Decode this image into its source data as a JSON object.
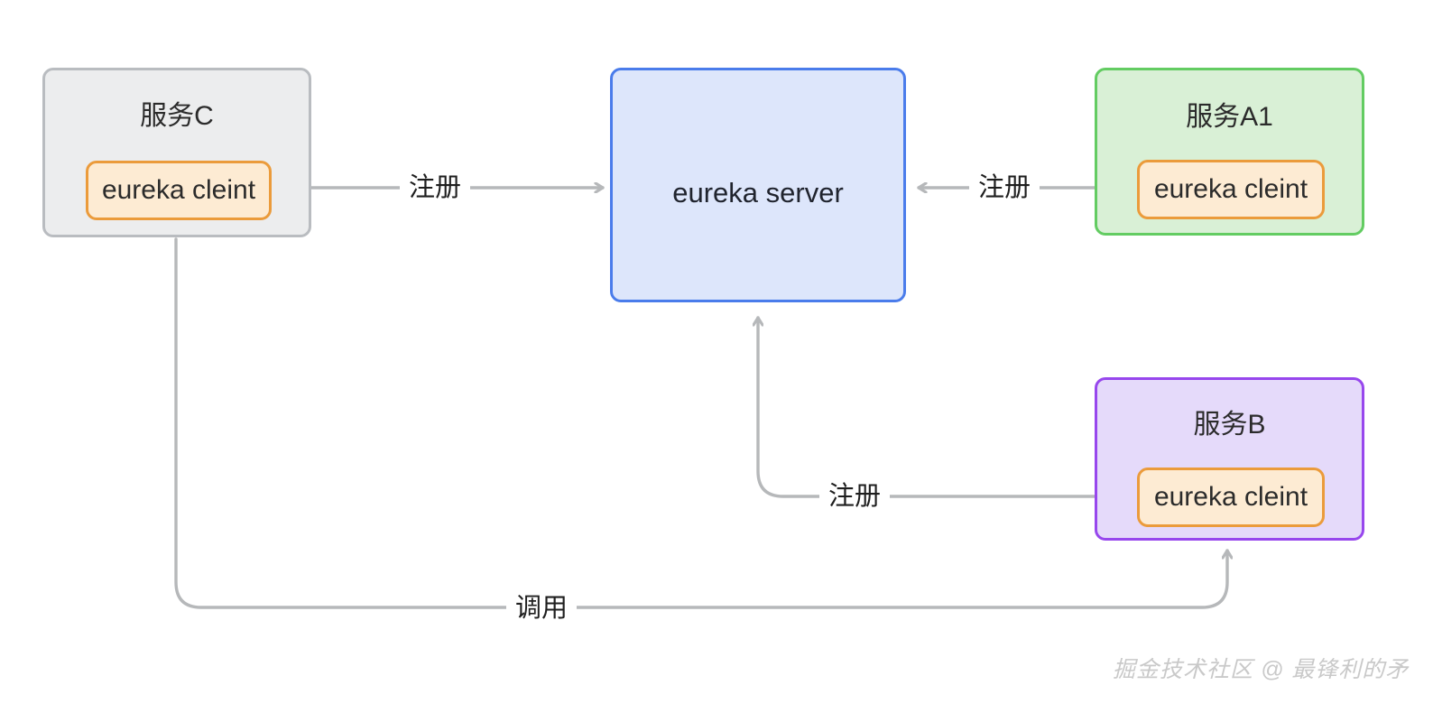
{
  "diagram": {
    "title_semantic": "eureka-service-registration-diagram",
    "nodes": {
      "service_c": {
        "title": "服务C",
        "client_label": "eureka cleint",
        "fill": "#ecedee",
        "stroke": "#b9bcc0"
      },
      "eureka_server": {
        "label": "eureka server",
        "fill": "#dde6fb",
        "stroke": "#4a7ceb"
      },
      "service_a1": {
        "title": "服务A1",
        "client_label": "eureka cleint",
        "fill": "#d9f0d6",
        "stroke": "#63cc62"
      },
      "service_b": {
        "title": "服务B",
        "client_label": "eureka cleint",
        "fill": "#e5dafa",
        "stroke": "#9747ed"
      }
    },
    "client_box_colors": {
      "fill": "#fdebd3",
      "stroke": "#eb9b3b"
    },
    "edges": [
      {
        "id": "register-c",
        "label": "注册",
        "from": "service_c.eureka_cleint",
        "to": "eureka_server",
        "direction": "right"
      },
      {
        "id": "register-a1",
        "label": "注册",
        "from": "service_a1.eureka_cleint",
        "to": "eureka_server",
        "direction": "left"
      },
      {
        "id": "register-b",
        "label": "注册",
        "from": "service_b.eureka_cleint",
        "to": "eureka_server",
        "direction": "up"
      },
      {
        "id": "invoke",
        "label": "调用",
        "from": "service_c",
        "to": "service_b",
        "direction": "up"
      }
    ],
    "edge_color": "#b6b8ba"
  },
  "watermark": {
    "text": "掘金技术社区 @ 最锋利的矛",
    "color": "#c9c9c9"
  }
}
